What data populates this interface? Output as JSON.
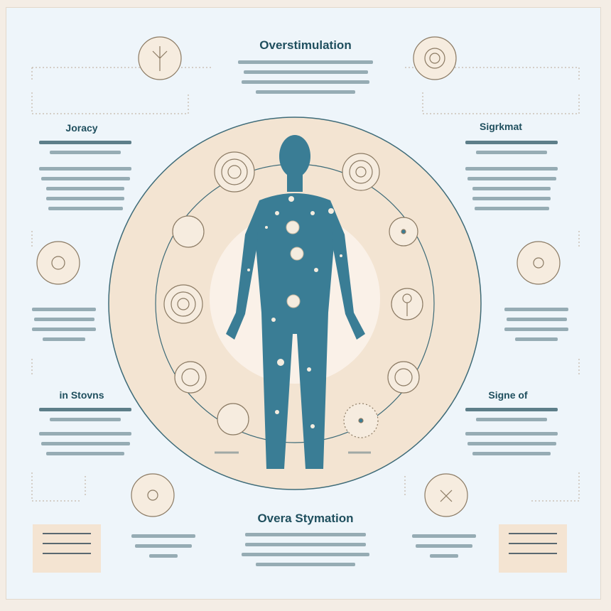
{
  "headings": {
    "top": "Overstimulation",
    "left_upper": "Joracy",
    "right_upper": "Sigrkmat",
    "left_lower": "in Stovns",
    "right_lower": "Signe of",
    "bottom": "Overa Stymation"
  },
  "colors": {
    "figure": "#3a7d95",
    "ring_fill": "#f3e4d2",
    "panel": "#eef5fa",
    "heading": "#1f4f5e",
    "icon_stroke": "#7a6a55"
  },
  "icons": [
    "nerve-icon",
    "sound-wave-icon",
    "light-burst-icon",
    "spiral-icon",
    "sun-icon",
    "person-icon",
    "brain-icon",
    "particles-icon",
    "sparkle-icon",
    "document-icon"
  ]
}
